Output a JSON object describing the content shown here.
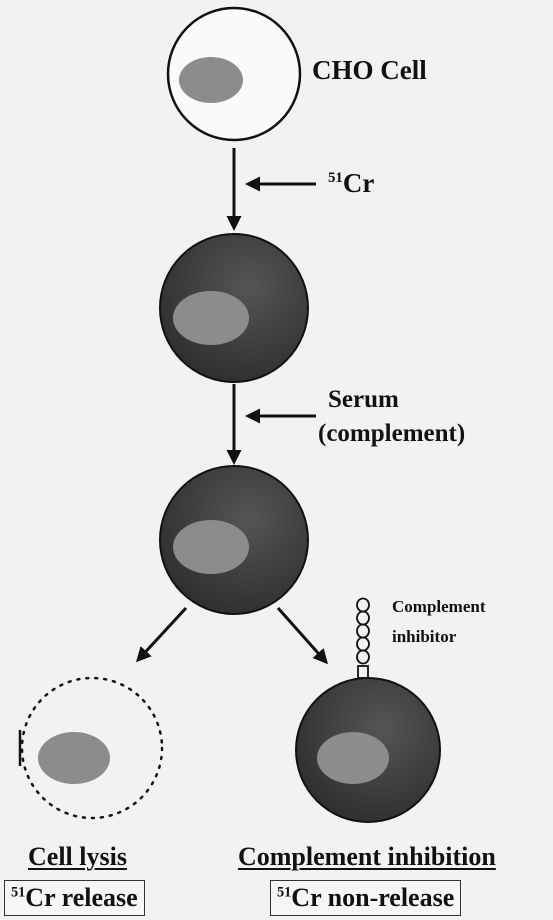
{
  "labels": {
    "cho_cell": "CHO Cell",
    "chromium_isotope": "51",
    "chromium_symbol": "Cr",
    "serum_line1": "Serum",
    "serum_line2": "(complement)",
    "inhibitor_line1": "Complement",
    "inhibitor_line2": "inhibitor",
    "lysis_title": "Cell lysis",
    "inhibition_title": "Complement inhibition",
    "release_isotope": "51",
    "release_text": "Cr release",
    "nonrelease_isotope": "51",
    "nonrelease_text": "Cr non-release"
  },
  "colors": {
    "labeled_cell": "#3a3a3a",
    "nucleus": "#8c8c8c",
    "outline": "#111111",
    "background": "#f2f2f2"
  }
}
